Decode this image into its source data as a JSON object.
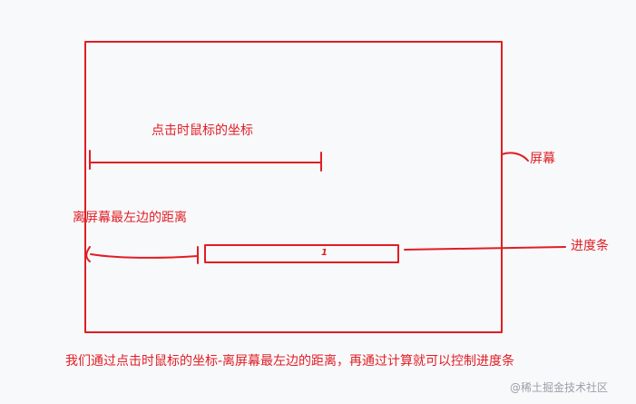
{
  "labels": {
    "click_coordinate": "点击时鼠标的坐标",
    "screen": "屏幕",
    "distance_to_left": "离屏幕最左边的距离",
    "progress_bar": "进度条",
    "progress_bar_mark": "1",
    "caption": "我们通过点击时鼠标的坐标-离屏幕最左边的距离，再通过计算就可以控制进度条"
  },
  "watermark": "@稀土掘金技术社区",
  "colors": {
    "annotation": "#e01e24",
    "background": "#f8f9fb",
    "watermark": "#9aa0a6"
  }
}
